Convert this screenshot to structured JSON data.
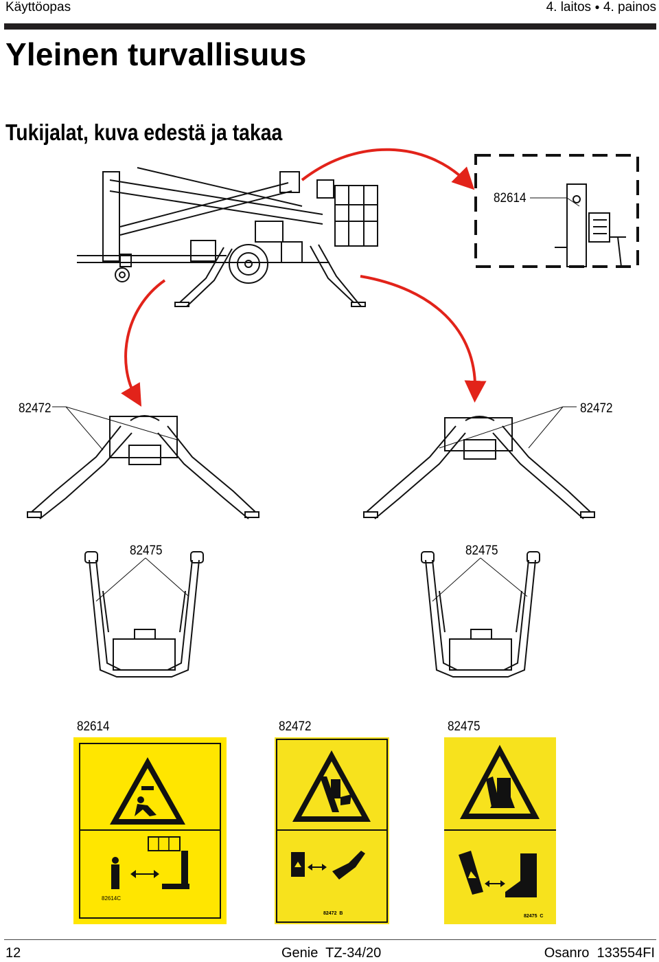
{
  "header": {
    "manual": "Käyttöopas",
    "edition": "4. laitos",
    "edition_sep": "●",
    "printing": "4. painos"
  },
  "title": "Yleinen turvallisuus",
  "subtitle": "Tukijalat, kuva edestä ja takaa",
  "callouts": {
    "top_right": "82614",
    "front_left": "82472",
    "front_right": "82472",
    "rear_left": "82475",
    "rear_right": "82475"
  },
  "decals": [
    {
      "label": "82614",
      "code": "82614C"
    },
    {
      "label": "82472",
      "code": "82472  B"
    },
    {
      "label": "82475",
      "code": "82475  C"
    }
  ],
  "colors": {
    "arrow": "#e2231a",
    "decal_yellow": "#ffe600",
    "decal_yellow_2": "#f7e21d"
  },
  "footer": {
    "page": "12",
    "model": "Genie  TZ-34/20",
    "part": "Osanro  133554FI"
  }
}
